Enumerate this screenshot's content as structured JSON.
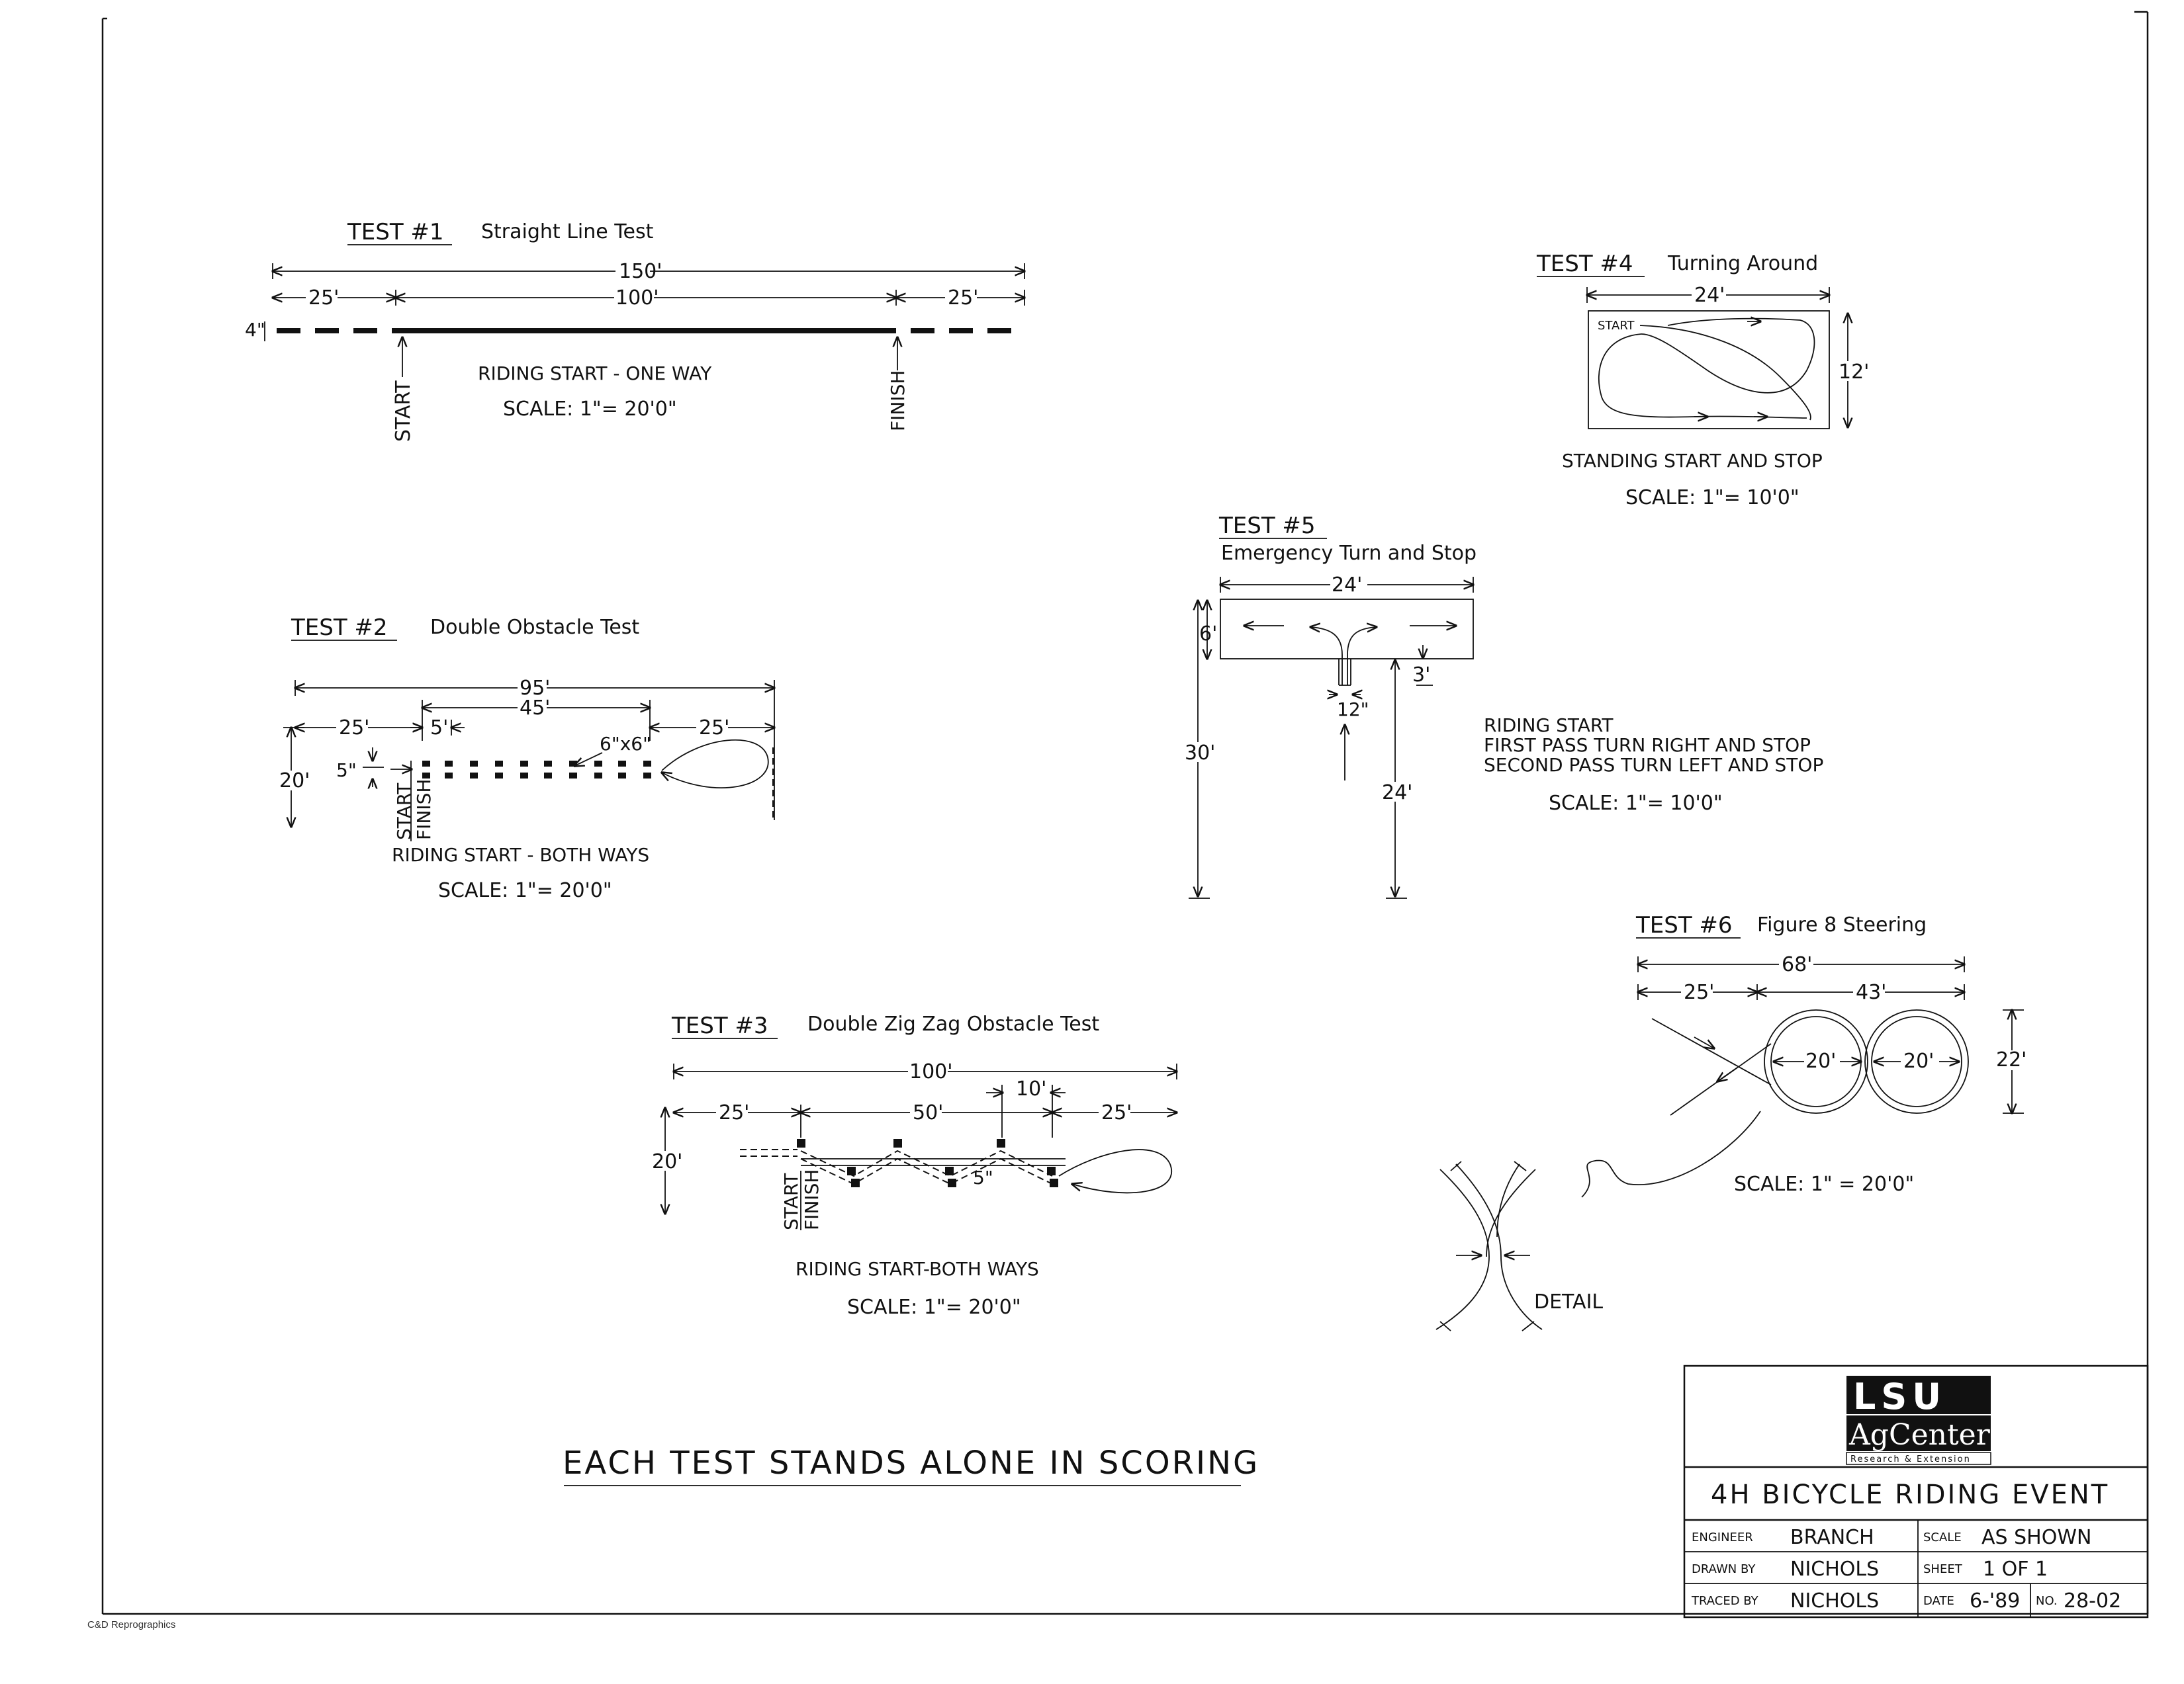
{
  "test1": {
    "num": "TEST #1",
    "title": "Straight Line Test",
    "dims": {
      "total": "150'",
      "a": "25'",
      "b": "100'",
      "c": "25'",
      "width": "4\""
    },
    "start": "START",
    "finish": "FINISH",
    "note": "RIDING START - ONE WAY",
    "scale": "SCALE:  1\"= 20'0\""
  },
  "test2": {
    "num": "TEST #2",
    "title": "Double Obstacle Test",
    "dims": {
      "total": "95'",
      "mid": "45'",
      "a": "25'",
      "b": "5'",
      "c": "25'",
      "height": "20'",
      "gap": "5\"",
      "block": "6\"x6\""
    },
    "start": "START",
    "finish": "FINISH",
    "note": "RIDING START - BOTH WAYS",
    "scale": "SCALE:  1\"= 20'0\""
  },
  "test3": {
    "num": "TEST #3",
    "title": "Double Zig Zag Obstacle Test",
    "dims": {
      "total": "100'",
      "a": "25'",
      "b": "50'",
      "c": "10'",
      "d": "25'",
      "height": "20'",
      "gap": "5\""
    },
    "start": "START",
    "finish": "FINISH",
    "note": "RIDING START-BOTH WAYS",
    "scale": "SCALE:  1\"= 20'0\""
  },
  "test4": {
    "num": "TEST #4",
    "title": "Turning Around",
    "dims": {
      "width": "24'",
      "height": "12'"
    },
    "start": "START",
    "note": "STANDING START AND STOP",
    "scale": "SCALE:  1\"= 10'0\""
  },
  "test5": {
    "num": "TEST #5",
    "title": "Emergency Turn and Stop",
    "dims": {
      "width": "24'",
      "a": "6'",
      "b": "3'",
      "lane": "12\"",
      "total": "30'",
      "approach": "24'"
    },
    "notes": [
      "RIDING START",
      "FIRST PASS TURN RIGHT AND STOP",
      "SECOND PASS TURN LEFT AND STOP"
    ],
    "scale": "SCALE:  1\"= 10'0\""
  },
  "test6": {
    "num": "TEST #6",
    "title": "Figure 8 Steering",
    "dims": {
      "total": "68'",
      "a": "25'",
      "b": "43'",
      "d1": "20'",
      "d2": "20'",
      "height": "22'"
    },
    "detail": "DETAIL",
    "scale": "SCALE:  1\"  =  20'0\""
  },
  "banner": "EACH TEST STANDS ALONE IN SCORING",
  "title_block": {
    "logo_line1": "LSU",
    "logo_line2": "AgCenter",
    "logo_line3": "Research & Extension",
    "title": "4H BICYCLE RIDING EVENT",
    "rows": [
      {
        "label": "ENGINEER",
        "value": "BRANCH",
        "label2": "SCALE",
        "value2": "AS SHOWN"
      },
      {
        "label": "DRAWN BY",
        "value": "NICHOLS",
        "label2": "SHEET",
        "value2": "1  OF  1"
      },
      {
        "label": "TRACED BY",
        "value": "NICHOLS",
        "label2": "DATE",
        "value2": "6-'89",
        "label3": "NO.",
        "value3": "28-02"
      }
    ]
  },
  "footer_credit": "C&D Reprographics"
}
